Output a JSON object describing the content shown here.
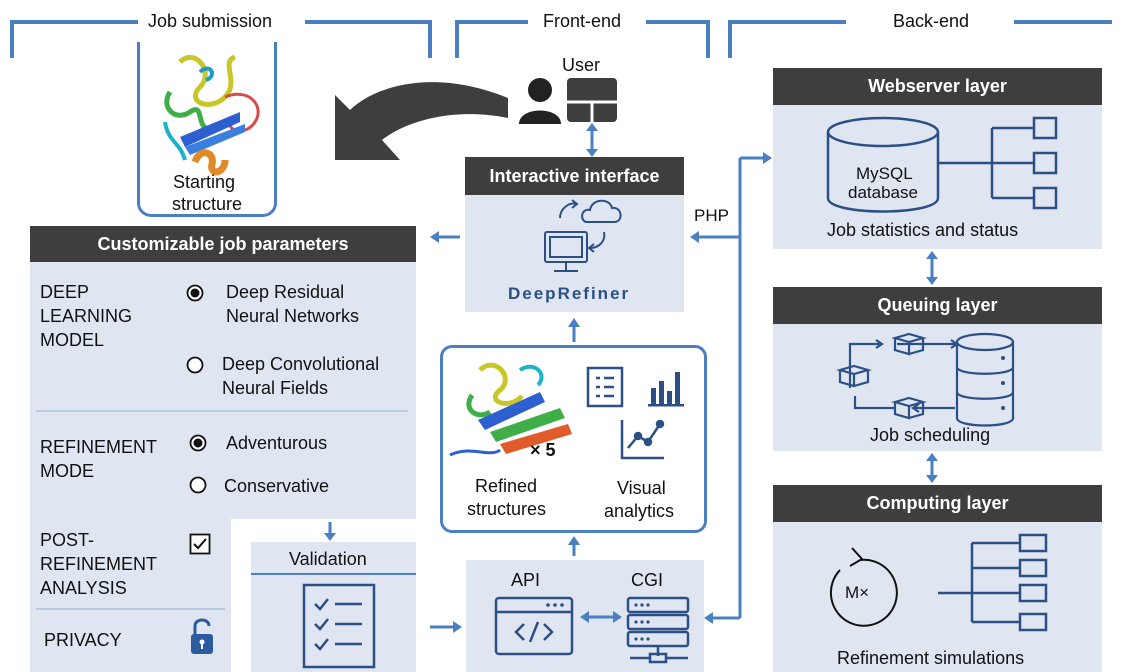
{
  "sections": {
    "job_submission": "Job submission",
    "front_end": "Front-end",
    "back_end": "Back-end"
  },
  "user": {
    "label": "User"
  },
  "starting_structure": {
    "line1": "Starting",
    "line2": "structure"
  },
  "interactive_interface": {
    "title": "Interactive interface",
    "brand": "DeepRefiner"
  },
  "php_label": "PHP",
  "params": {
    "title": "Customizable job parameters",
    "model_label": [
      "DEEP",
      "LEARNING",
      "MODEL"
    ],
    "model_options": [
      {
        "line1": "Deep Residual",
        "line2": "Neural Networks",
        "selected": true
      },
      {
        "line1": "Deep Convolutional",
        "line2": "Neural Fields",
        "selected": false
      }
    ],
    "mode_label": [
      "REFINEMENT",
      "MODE"
    ],
    "mode_options": [
      {
        "label": "Adventurous",
        "selected": true
      },
      {
        "label": "Conservative",
        "selected": false
      }
    ],
    "post_label": [
      "POST-",
      "REFINEMENT",
      "ANALYSIS"
    ],
    "post_checked": true,
    "privacy_label": "PRIVACY"
  },
  "validation": {
    "title": "Validation"
  },
  "results": {
    "times": "× 5",
    "refined": [
      "Refined",
      "structures"
    ],
    "visual": [
      "Visual",
      "analytics"
    ]
  },
  "api_cgi": {
    "api": "API",
    "cgi": "CGI"
  },
  "webserver": {
    "title": "Webserver layer",
    "db_line1": "MySQL",
    "db_line2": "database",
    "caption": "Job statistics and status"
  },
  "queuing": {
    "title": "Queuing layer",
    "caption": "Job scheduling"
  },
  "computing": {
    "title": "Computing layer",
    "cycle": "M×",
    "caption": "Refinement simulations"
  },
  "colors": {
    "accent": "#4a7fc1",
    "panel": "#dfe6f1",
    "header": "#3e3e3e",
    "arrow_dark": "#3e3e3e"
  }
}
